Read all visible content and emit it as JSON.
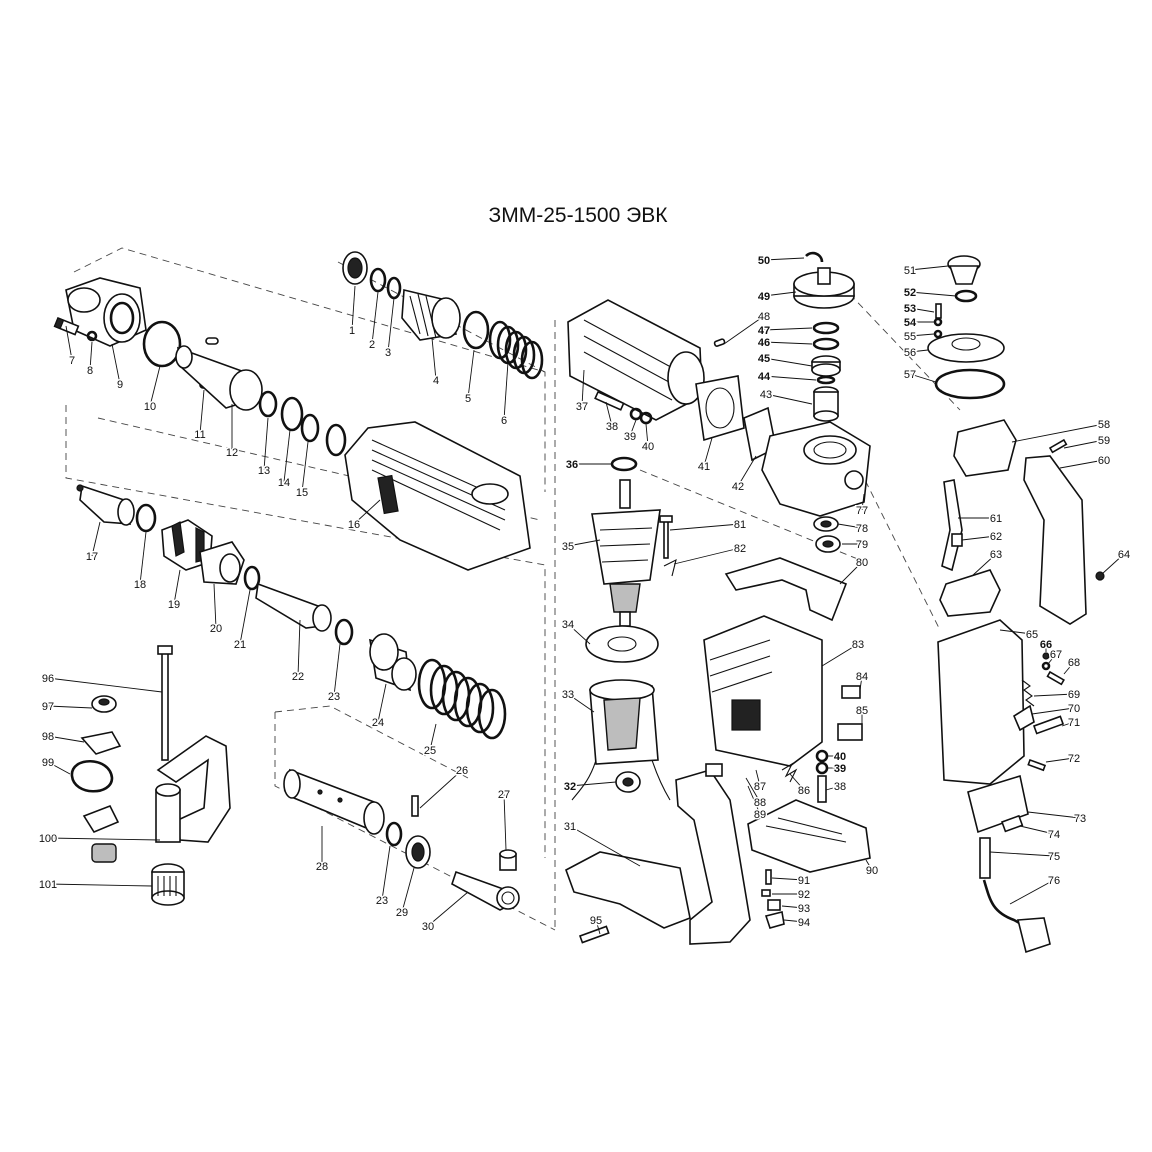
{
  "title": "ЗММ-25-1500 ЭВК",
  "parts": [
    {
      "n": "1"
    },
    {
      "n": "2"
    },
    {
      "n": "3"
    },
    {
      "n": "4"
    },
    {
      "n": "5"
    },
    {
      "n": "6"
    },
    {
      "n": "7"
    },
    {
      "n": "8"
    },
    {
      "n": "9"
    },
    {
      "n": "10"
    },
    {
      "n": "11"
    },
    {
      "n": "12"
    },
    {
      "n": "13"
    },
    {
      "n": "14"
    },
    {
      "n": "15"
    },
    {
      "n": "16"
    },
    {
      "n": "17"
    },
    {
      "n": "18"
    },
    {
      "n": "19"
    },
    {
      "n": "20"
    },
    {
      "n": "21"
    },
    {
      "n": "22"
    },
    {
      "n": "23"
    },
    {
      "n": "24"
    },
    {
      "n": "25"
    },
    {
      "n": "26"
    },
    {
      "n": "27"
    },
    {
      "n": "28"
    },
    {
      "n": "23"
    },
    {
      "n": "29"
    },
    {
      "n": "30"
    },
    {
      "n": "31"
    },
    {
      "n": "32"
    },
    {
      "n": "33"
    },
    {
      "n": "34"
    },
    {
      "n": "35"
    },
    {
      "n": "36"
    },
    {
      "n": "37"
    },
    {
      "n": "38"
    },
    {
      "n": "39"
    },
    {
      "n": "40"
    },
    {
      "n": "41"
    },
    {
      "n": "42"
    },
    {
      "n": "43"
    },
    {
      "n": "44"
    },
    {
      "n": "45"
    },
    {
      "n": "46"
    },
    {
      "n": "47"
    },
    {
      "n": "48"
    },
    {
      "n": "49"
    },
    {
      "n": "50"
    },
    {
      "n": "51"
    },
    {
      "n": "52"
    },
    {
      "n": "53"
    },
    {
      "n": "54"
    },
    {
      "n": "55"
    },
    {
      "n": "56"
    },
    {
      "n": "57"
    },
    {
      "n": "58"
    },
    {
      "n": "59"
    },
    {
      "n": "60"
    },
    {
      "n": "61"
    },
    {
      "n": "62"
    },
    {
      "n": "63"
    },
    {
      "n": "64"
    },
    {
      "n": "65"
    },
    {
      "n": "66"
    },
    {
      "n": "67"
    },
    {
      "n": "68"
    },
    {
      "n": "69"
    },
    {
      "n": "70"
    },
    {
      "n": "71"
    },
    {
      "n": "72"
    },
    {
      "n": "73"
    },
    {
      "n": "74"
    },
    {
      "n": "75"
    },
    {
      "n": "76"
    },
    {
      "n": "77"
    },
    {
      "n": "78"
    },
    {
      "n": "79"
    },
    {
      "n": "80"
    },
    {
      "n": "81"
    },
    {
      "n": "82"
    },
    {
      "n": "83"
    },
    {
      "n": "84"
    },
    {
      "n": "85"
    },
    {
      "n": "40"
    },
    {
      "n": "39"
    },
    {
      "n": "38"
    },
    {
      "n": "86"
    },
    {
      "n": "87"
    },
    {
      "n": "88"
    },
    {
      "n": "89"
    },
    {
      "n": "90"
    },
    {
      "n": "91"
    },
    {
      "n": "92"
    },
    {
      "n": "93"
    },
    {
      "n": "94"
    },
    {
      "n": "95"
    },
    {
      "n": "96"
    },
    {
      "n": "97"
    },
    {
      "n": "98"
    },
    {
      "n": "99"
    },
    {
      "n": "100"
    },
    {
      "n": "101"
    }
  ]
}
